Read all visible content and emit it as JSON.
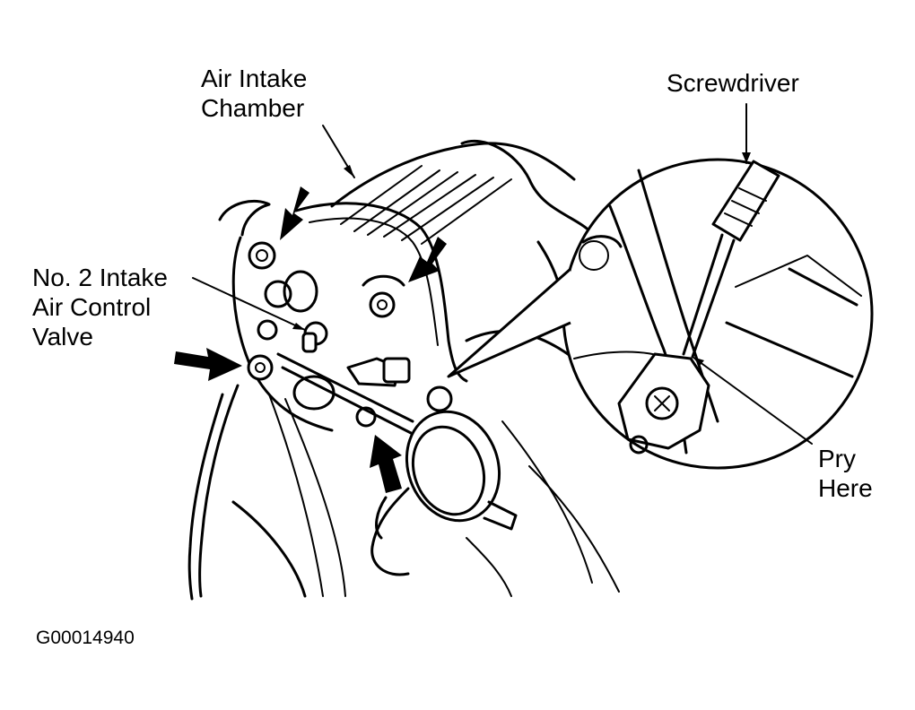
{
  "callouts": {
    "air_intake_chamber": [
      "Air Intake",
      "Chamber"
    ],
    "screwdriver": "Screwdriver",
    "intake_air_control_valve": [
      "No. 2 Intake",
      "Air Control",
      "Valve"
    ],
    "pry_here": [
      "Pry",
      "Here"
    ]
  },
  "figure_code": "G00014940"
}
